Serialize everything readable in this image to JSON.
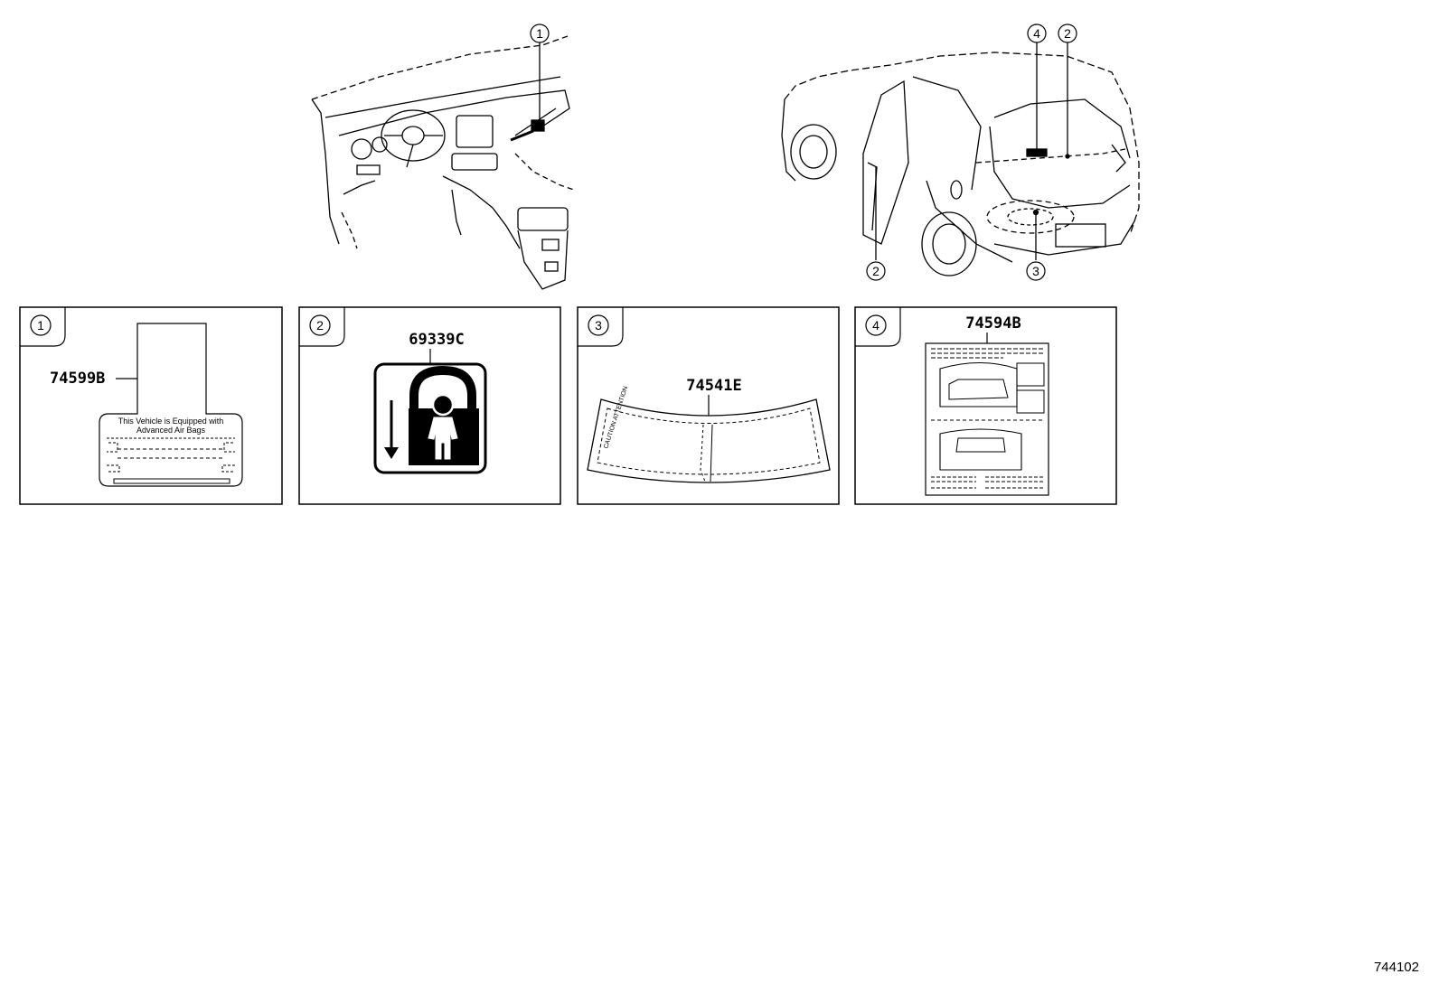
{
  "figure_id": "744102",
  "callouts": {
    "dash": "1",
    "car_top_a": "4",
    "car_top_b": "2",
    "car_door": "2",
    "car_spare": "3"
  },
  "panels": [
    {
      "index": "1",
      "part_number": "74599B",
      "label_line1": "This Vehicle is Equipped with",
      "label_line2": "Advanced Air Bags"
    },
    {
      "index": "2",
      "part_number": "69339C"
    },
    {
      "index": "3",
      "part_number": "74541E",
      "label_text": "CAUTION ATTENTION"
    },
    {
      "index": "4",
      "part_number": "74594B"
    }
  ]
}
